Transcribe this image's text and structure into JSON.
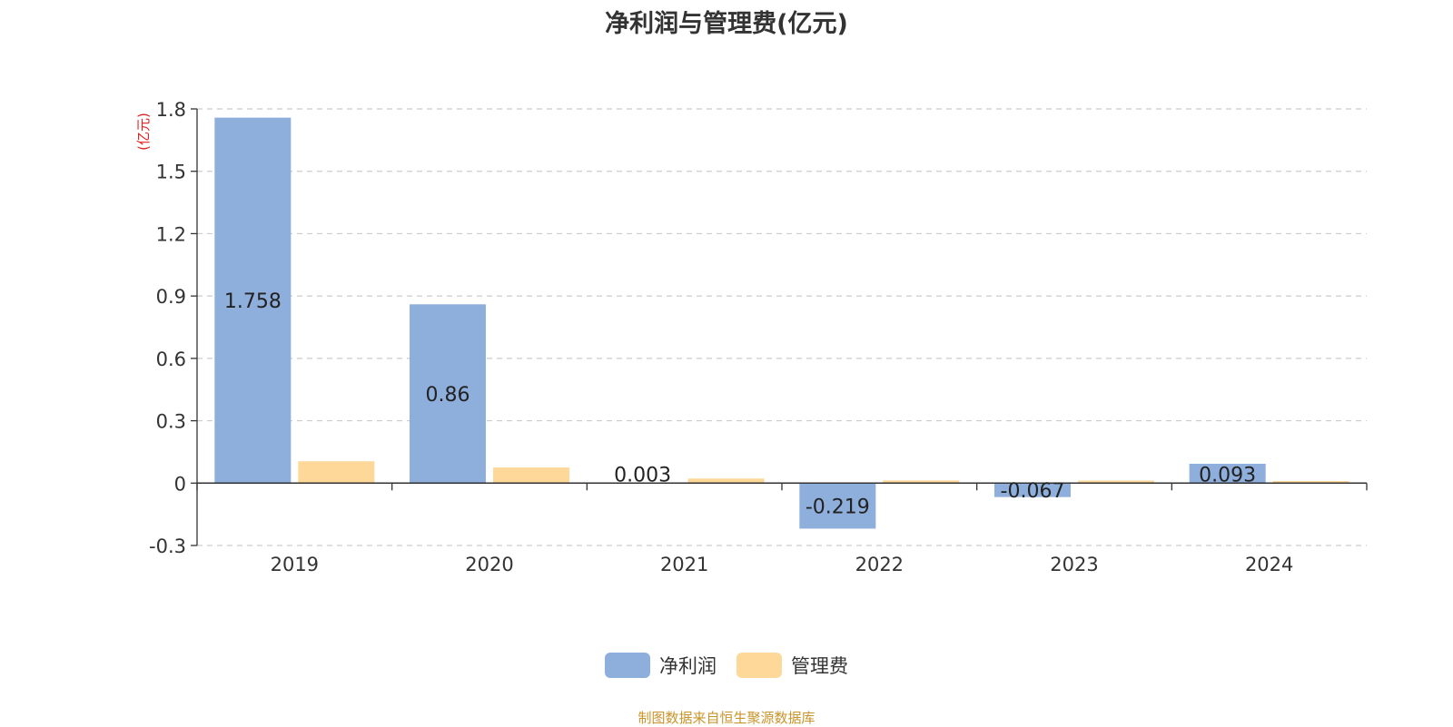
{
  "chart_data": {
    "type": "bar",
    "title": "净利润与管理费(亿元)",
    "ylabel": "(亿元)",
    "xlabel": "",
    "categories": [
      "2019",
      "2020",
      "2021",
      "2022",
      "2023",
      "2024"
    ],
    "series": [
      {
        "name": "净利润",
        "values": [
          1.758,
          0.86,
          0.003,
          -0.219,
          -0.067,
          0.093
        ],
        "color": "#8eaedc",
        "show_labels": true
      },
      {
        "name": "管理费",
        "values": [
          0.105,
          0.075,
          0.022,
          0.013,
          0.012,
          0.01
        ],
        "color": "#fdd898",
        "show_labels": false
      }
    ],
    "ylim": [
      -0.3,
      1.8
    ],
    "yticks": [
      "1.8",
      "1.5",
      "1.2",
      "0.9",
      "0.6",
      "0.3",
      "0",
      "-0.3"
    ],
    "grid": true,
    "legend_position": "bottom"
  },
  "source_note": "制图数据来自恒生聚源数据库",
  "colors": {
    "axis": "#333333",
    "grid": "#cccccc",
    "ylabel": "#e02020",
    "source": "#c8942b"
  }
}
